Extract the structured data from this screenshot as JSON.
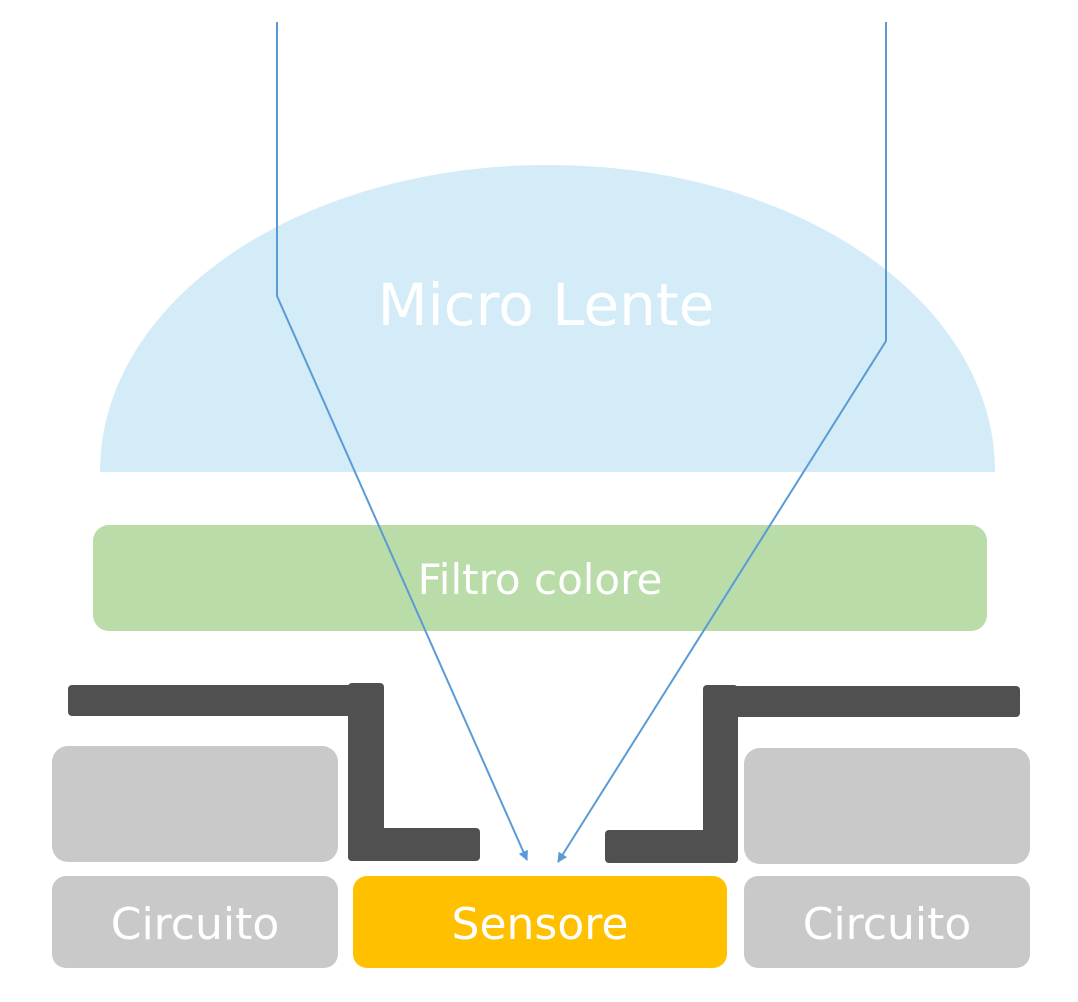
{
  "labels": {
    "micro_lens": "Micro Lente",
    "color_filter": "Filtro colore",
    "sensor": "Sensore",
    "circuit_left": "Circuito",
    "circuit_right": "Circuito"
  },
  "colors": {
    "micro_lens": "#d3ecf7",
    "color_filter": "#b9dca8",
    "sensor": "#ffc000",
    "circuit": "#c9c9c9",
    "metal_shield": "#505050",
    "light_ray": "#5b9bd5",
    "label_text": "#ffffff"
  }
}
